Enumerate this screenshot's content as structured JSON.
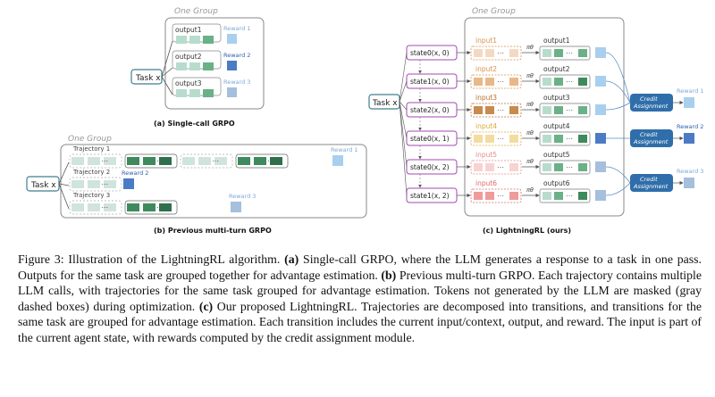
{
  "panels": {
    "a": {
      "group_title": "One Group",
      "task": "Task x",
      "outputs": [
        "output1",
        "output2",
        "output3"
      ],
      "rewards": [
        "Reward 1",
        "Reward 2",
        "Reward 3"
      ],
      "caption": "(a) Single-call GRPO"
    },
    "b": {
      "group_title": "One Group",
      "task": "Task x",
      "trajectories": [
        "Trajectory 1",
        "Trajectory 2",
        "Trajectory 3"
      ],
      "rewards": [
        "Reward 1",
        "Reward 2",
        "Reward 3"
      ],
      "caption": "(b) Previous multi-turn GRPO"
    },
    "c": {
      "group_title": "One Group",
      "task": "Task x",
      "states": [
        "state0(x, 0)",
        "state1(x, 0)",
        "state2(x, 0)",
        "state0(x, 1)",
        "state0(x, 2)",
        "state1(x, 2)"
      ],
      "inputs": [
        "input1",
        "input2",
        "input3",
        "input4",
        "input5",
        "input6"
      ],
      "outputs": [
        "output1",
        "output2",
        "output3",
        "output4",
        "output5",
        "output6"
      ],
      "policy": "πθ",
      "credit": "Credit Assignment",
      "rewards_right": [
        "Reward 1",
        "Reward 2",
        "Reward 3"
      ],
      "caption": "(c) LightningRL (ours)"
    }
  },
  "caption": {
    "p1": "Figure 3: Illustration of the LightningRL algorithm. ",
    "a_tag": "(a)",
    "p2": " Single-call GRPO, where the LLM generates a response to a task in one pass. Outputs for the same task are grouped together for advantage estimation. ",
    "b_tag": "(b)",
    "p3": " Previous multi-turn GRPO. Each trajectory contains multiple LLM calls, with trajectories for the same task grouped for advantage estimation. Tokens not generated by the LLM are masked (gray dashed boxes) during optimization. ",
    "c_tag": "(c)",
    "p4": " Our proposed LightningRL. Trajectories are decomposed into transitions, and transitions for the same task are grouped for advantage estimation. Each transition includes the current input/context, output, and reward. The input is part of the current agent state, with rewards computed by the credit assignment module."
  },
  "colors": {
    "reward1": "#a9cfee",
    "reward2": "#4b7bc4",
    "reward3": "#a5bfdc",
    "teal_box": "#b7dccd",
    "dark_green": "#3e8a5c",
    "mid_green": "#6ab187",
    "state_purple": "#a347b0",
    "input_orange": "#d9904a",
    "input_pink": "#e88a8a",
    "credit_blue": "#2f6eaa",
    "task_teal": "#3e7f8e"
  }
}
